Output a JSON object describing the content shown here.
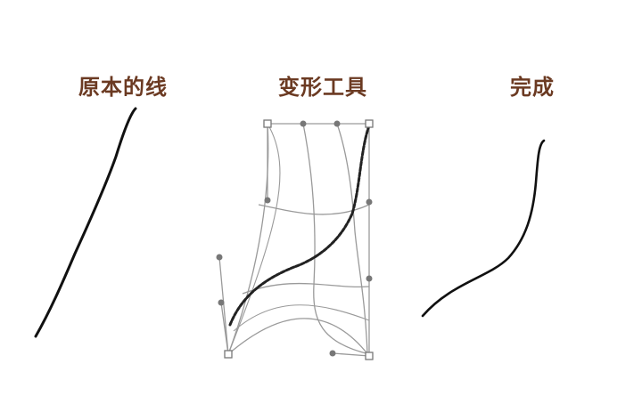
{
  "labels": {
    "original_line": "原本的线",
    "transform_tool": "变形工具",
    "done": "完成"
  },
  "colors": {
    "label_text": "#6b3a22",
    "line": "#111111",
    "grid": "#9a9a9a",
    "handle": "#777777"
  }
}
